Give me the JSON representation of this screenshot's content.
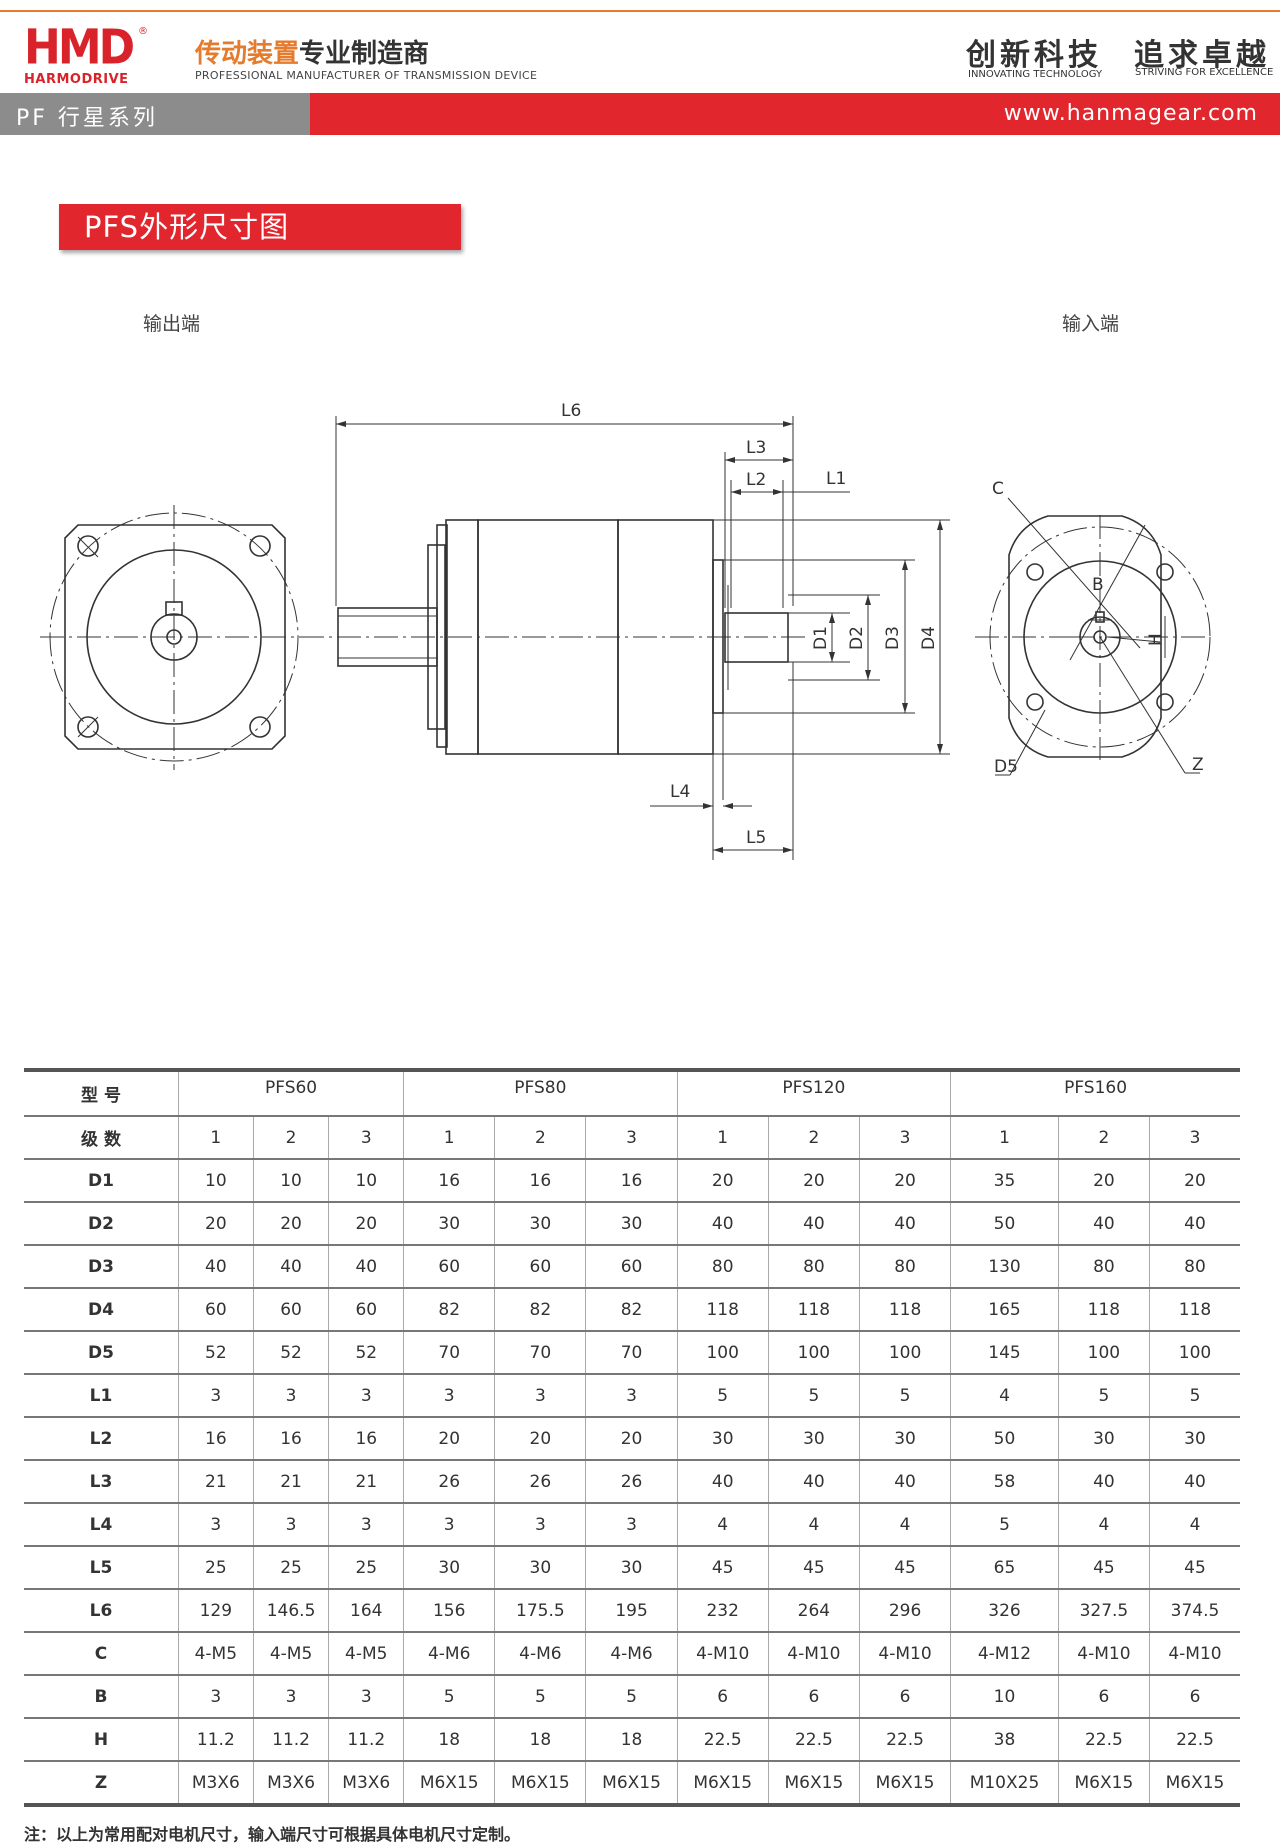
{
  "header": {
    "logo_main": "HMD",
    "logo_sub": "HARMODRIVE",
    "logo_reg": "®",
    "tagline_cn_a": "传动装置",
    "tagline_cn_b": "专业制造商",
    "tagline_en": "PROFESSIONAL MANUFACTURER OF TRANSMISSION DEVICE",
    "slogan1": "创新科技",
    "slogan1_en": "INNOVATING TECHNOLOGY",
    "slogan2": "追求卓越",
    "slogan2_en": "STRIVING FOR EXCELLENCE"
  },
  "band": {
    "series": "PF 行星系列",
    "website": "www.hanmagear.com"
  },
  "section": {
    "title": "PFS外形尺寸图",
    "label_output": "输出端",
    "label_input": "输入端"
  },
  "drawing": {
    "dims": {
      "L6": "L6",
      "L3": "L3",
      "L2": "L2",
      "L1": "L1",
      "L4": "L4",
      "L5": "L5",
      "D1": "D1",
      "D2": "D2",
      "D3": "D3",
      "D4": "D4",
      "C": "C",
      "B": "B",
      "H": "H",
      "D5": "D5",
      "Z": "Z"
    }
  },
  "table": {
    "model_label": "型 号",
    "stage_label": "级 数",
    "models": [
      "PFS60",
      "PFS80",
      "PFS120",
      "PFS160"
    ],
    "stages": [
      "1",
      "2",
      "3",
      "1",
      "2",
      "3",
      "1",
      "2",
      "3",
      "1",
      "2",
      "3"
    ],
    "rows": [
      {
        "label": "D1",
        "values": [
          "10",
          "10",
          "10",
          "16",
          "16",
          "16",
          "20",
          "20",
          "20",
          "35",
          "20",
          "20"
        ]
      },
      {
        "label": "D2",
        "values": [
          "20",
          "20",
          "20",
          "30",
          "30",
          "30",
          "40",
          "40",
          "40",
          "50",
          "40",
          "40"
        ]
      },
      {
        "label": "D3",
        "values": [
          "40",
          "40",
          "40",
          "60",
          "60",
          "60",
          "80",
          "80",
          "80",
          "130",
          "80",
          "80"
        ]
      },
      {
        "label": "D4",
        "values": [
          "60",
          "60",
          "60",
          "82",
          "82",
          "82",
          "118",
          "118",
          "118",
          "165",
          "118",
          "118"
        ]
      },
      {
        "label": "D5",
        "values": [
          "52",
          "52",
          "52",
          "70",
          "70",
          "70",
          "100",
          "100",
          "100",
          "145",
          "100",
          "100"
        ]
      },
      {
        "label": "L1",
        "values": [
          "3",
          "3",
          "3",
          "3",
          "3",
          "3",
          "5",
          "5",
          "5",
          "4",
          "5",
          "5"
        ]
      },
      {
        "label": "L2",
        "values": [
          "16",
          "16",
          "16",
          "20",
          "20",
          "20",
          "30",
          "30",
          "30",
          "50",
          "30",
          "30"
        ]
      },
      {
        "label": "L3",
        "values": [
          "21",
          "21",
          "21",
          "26",
          "26",
          "26",
          "40",
          "40",
          "40",
          "58",
          "40",
          "40"
        ]
      },
      {
        "label": "L4",
        "values": [
          "3",
          "3",
          "3",
          "3",
          "3",
          "3",
          "4",
          "4",
          "4",
          "5",
          "4",
          "4"
        ]
      },
      {
        "label": "L5",
        "values": [
          "25",
          "25",
          "25",
          "30",
          "30",
          "30",
          "45",
          "45",
          "45",
          "65",
          "45",
          "45"
        ]
      },
      {
        "label": "L6",
        "values": [
          "129",
          "146.5",
          "164",
          "156",
          "175.5",
          "195",
          "232",
          "264",
          "296",
          "326",
          "327.5",
          "374.5"
        ]
      },
      {
        "label": "C",
        "values": [
          "4-M5",
          "4-M5",
          "4-M5",
          "4-M6",
          "4-M6",
          "4-M6",
          "4-M10",
          "4-M10",
          "4-M10",
          "4-M12",
          "4-M10",
          "4-M10"
        ]
      },
      {
        "label": "B",
        "values": [
          "3",
          "3",
          "3",
          "5",
          "5",
          "5",
          "6",
          "6",
          "6",
          "10",
          "6",
          "6"
        ]
      },
      {
        "label": "H",
        "values": [
          "11.2",
          "11.2",
          "11.2",
          "18",
          "18",
          "18",
          "22.5",
          "22.5",
          "22.5",
          "38",
          "22.5",
          "22.5"
        ]
      },
      {
        "label": "Z",
        "values": [
          "M3X6",
          "M3X6",
          "M3X6",
          "M6X15",
          "M6X15",
          "M6X15",
          "M6X15",
          "M6X15",
          "M6X15",
          "M10X25",
          "M6X15",
          "M6X15"
        ]
      }
    ]
  },
  "note": "注：以上为常用配对电机尺寸，输入端尺寸可根据具体电机尺寸定制。"
}
